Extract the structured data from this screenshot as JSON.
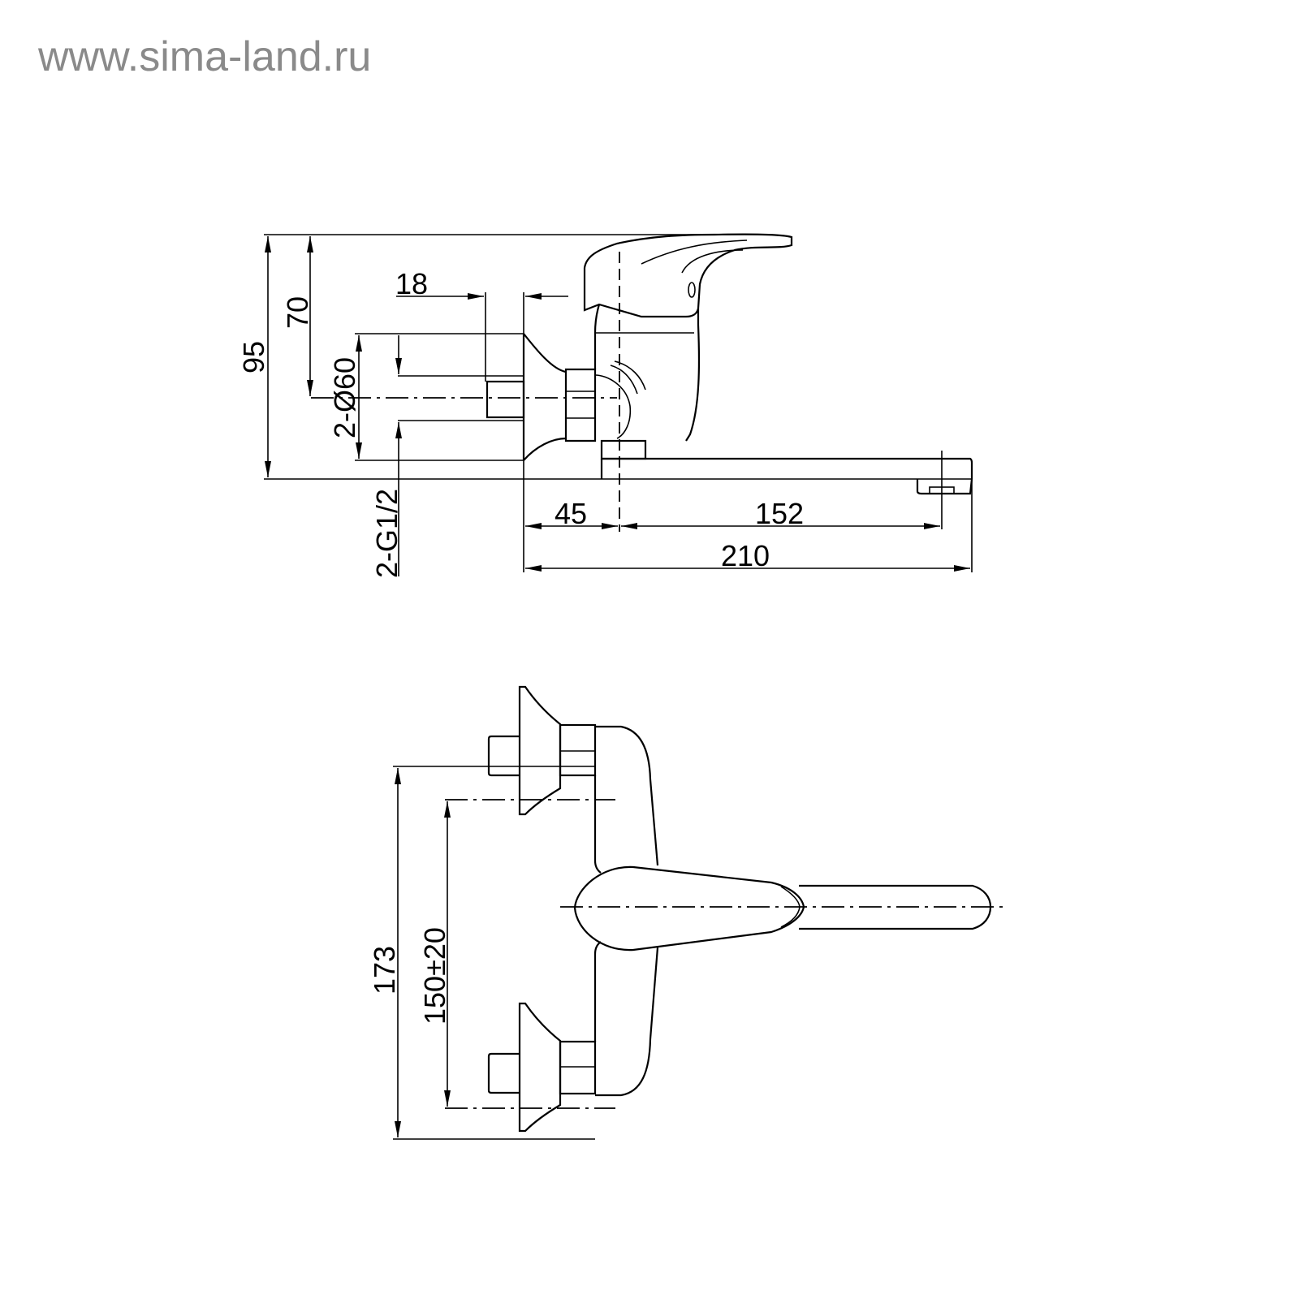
{
  "watermark": "www.sima-land.ru",
  "side_view": {
    "dimensions": {
      "total_height": "95",
      "handle_height": "70",
      "flange_depth": "18",
      "flange_diameter": "2-Ø60",
      "thread": "2-G1/2",
      "wall_to_axis": "45",
      "axis_to_outlet": "152",
      "spout_length": "210"
    }
  },
  "top_view": {
    "dimensions": {
      "overall_width": "173",
      "inlet_spacing": "150±20"
    }
  }
}
